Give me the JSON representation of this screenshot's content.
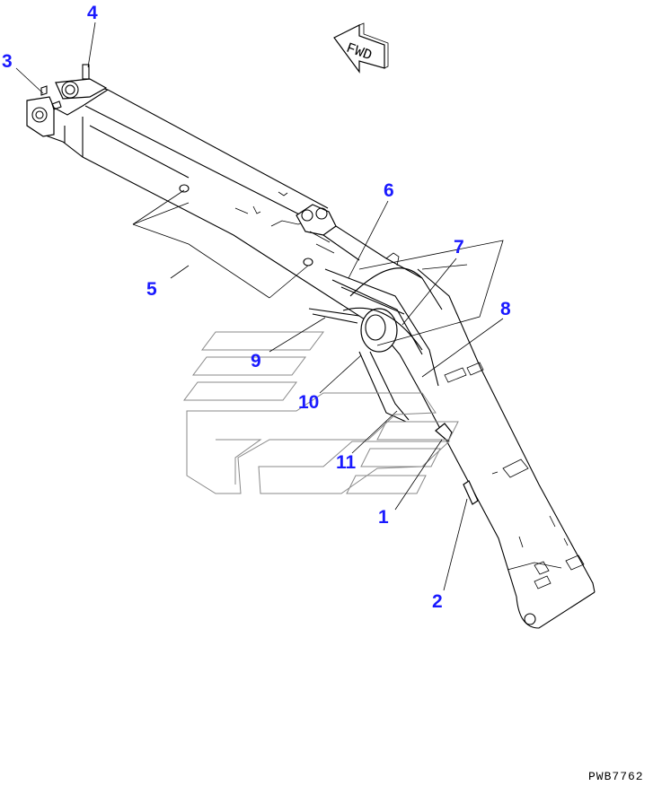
{
  "diagram": {
    "direction_label": "FWD",
    "drawing_code": "PWB7762",
    "callout_color": "#1a1aff",
    "callouts": [
      "1",
      "2",
      "3",
      "4",
      "5",
      "6",
      "7",
      "8",
      "9",
      "10",
      "11"
    ]
  }
}
